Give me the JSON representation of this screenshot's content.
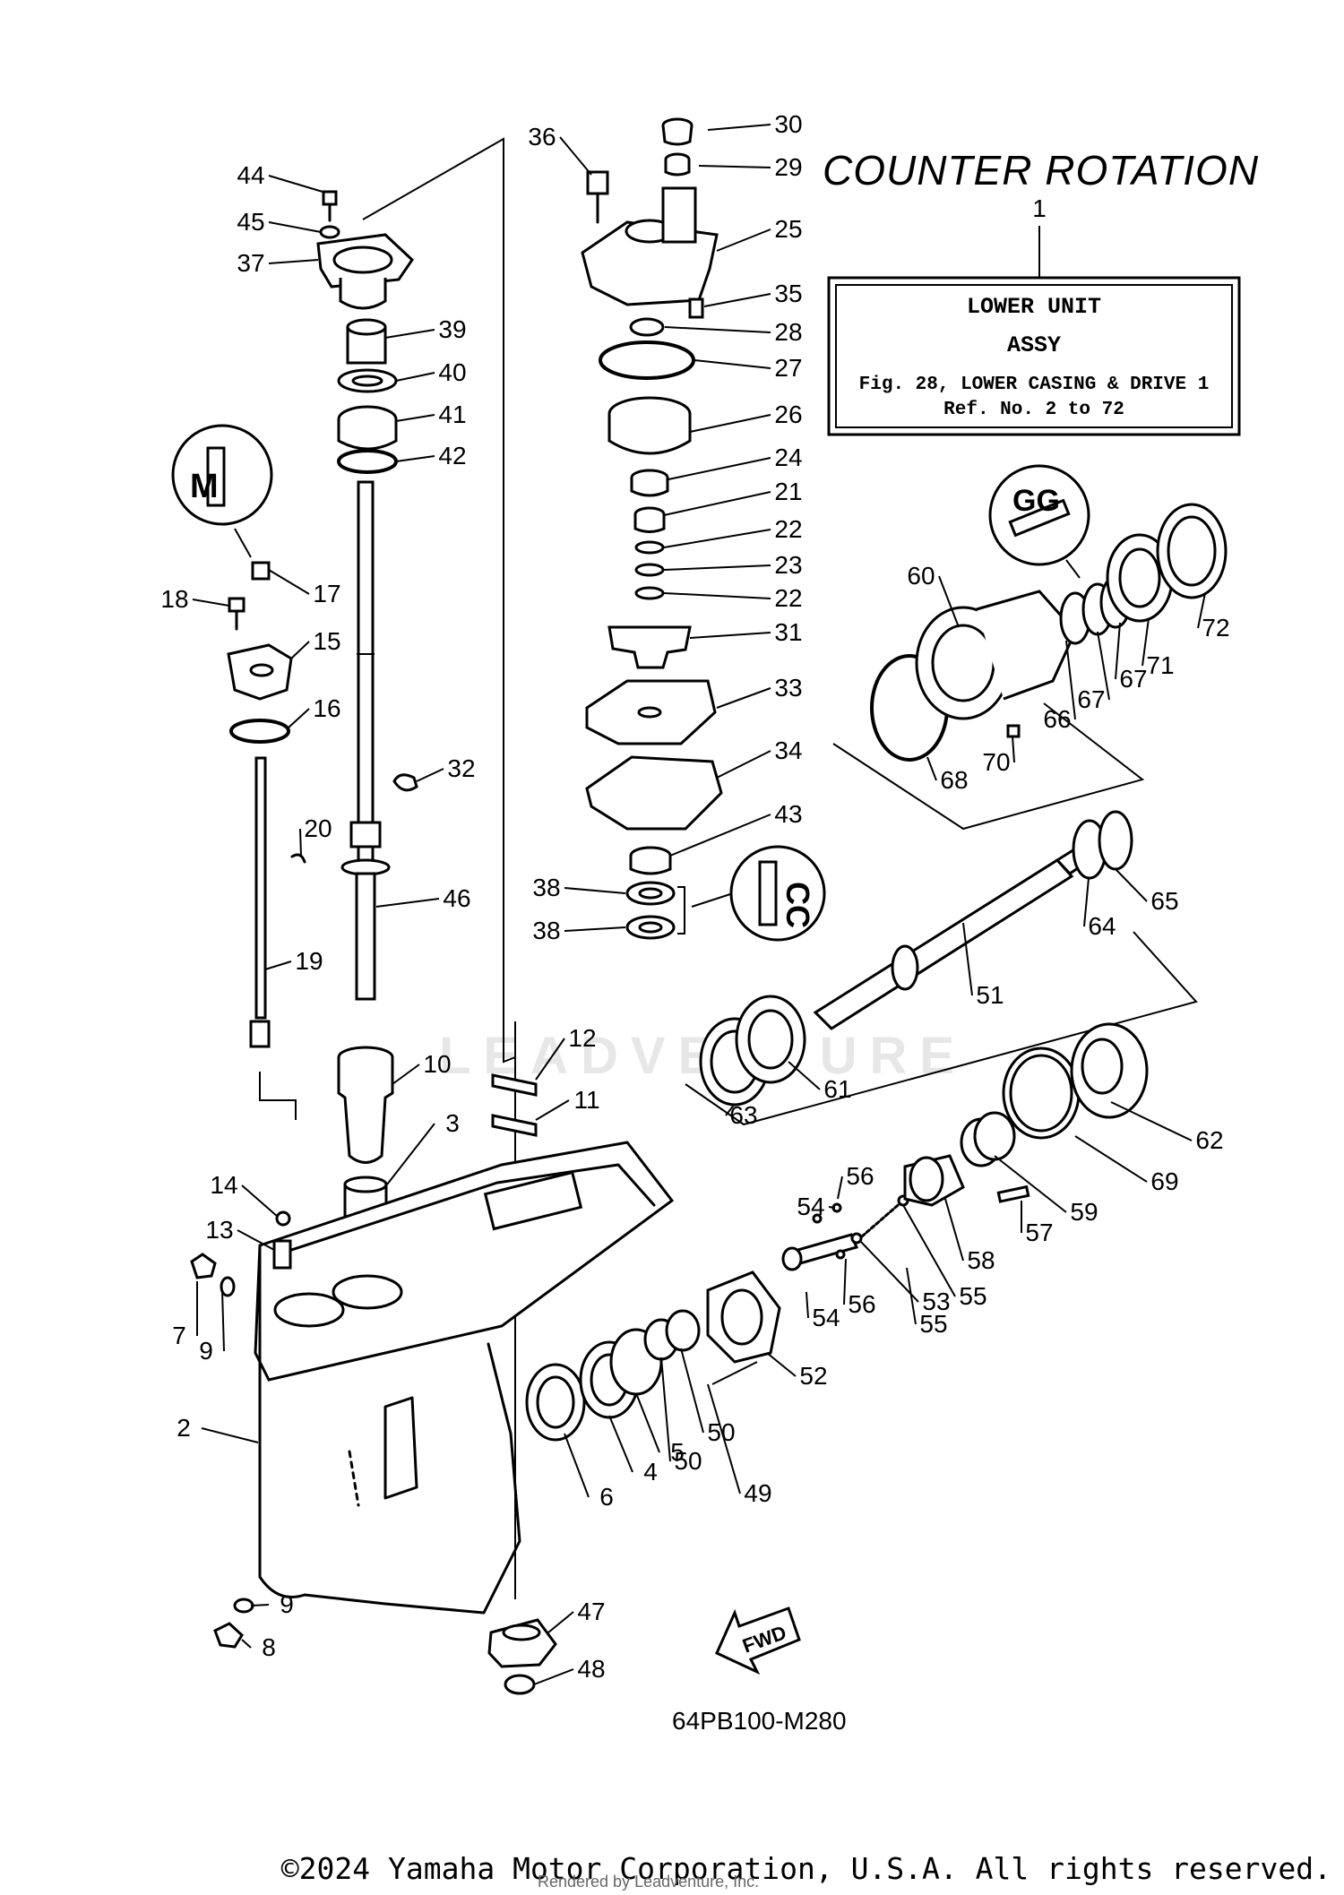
{
  "title": "COUNTER ROTATION",
  "drawing_code": "64PB100-M280",
  "watermark": "LEADVENTURE",
  "copyright": "©2024 Yamaha Motor Corporation, U.S.A. All rights reserved.",
  "rendered_by": "Rendered by Leadventure, Inc.",
  "assy_box": {
    "ref": "1",
    "line1": "LOWER UNIT",
    "line2": "ASSY",
    "line3": "Fig. 28, LOWER CASING & DRIVE 1",
    "line4": "Ref. No. 2 to 72"
  },
  "detail_labels": {
    "m": "M",
    "gg": "GG",
    "cc": "CC"
  },
  "fwd_label": "FWD",
  "callouts": [
    "30",
    "29",
    "36",
    "25",
    "35",
    "28",
    "27",
    "26",
    "24",
    "21",
    "22",
    "23",
    "22",
    "31",
    "33",
    "34",
    "43",
    "38",
    "38",
    "44",
    "45",
    "37",
    "39",
    "40",
    "41",
    "42",
    "17",
    "18",
    "15",
    "16",
    "32",
    "20",
    "46",
    "19",
    "12",
    "10",
    "11",
    "3",
    "14",
    "13",
    "7",
    "9",
    "2",
    "9",
    "8",
    "47",
    "48",
    "6",
    "4",
    "5",
    "50",
    "50",
    "49",
    "52",
    "54",
    "56",
    "54",
    "56",
    "55",
    "53",
    "55",
    "58",
    "57",
    "59",
    "69",
    "62",
    "63",
    "61",
    "51",
    "64",
    "65",
    "60",
    "66",
    "67",
    "67",
    "71",
    "72",
    "68",
    "70",
    "1"
  ]
}
